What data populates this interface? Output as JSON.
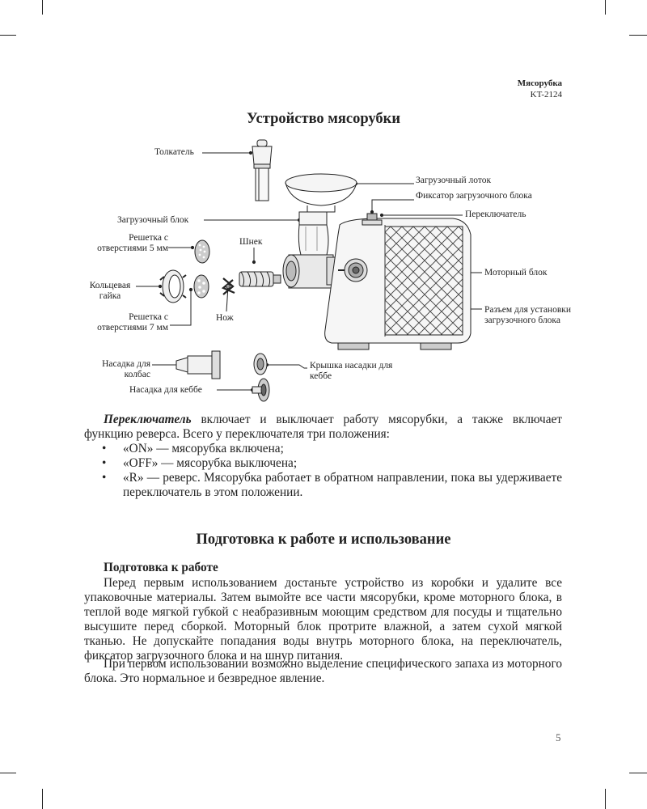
{
  "header": {
    "product": "Мясорубка",
    "model": "KT-2124"
  },
  "section1": {
    "title": "Устройство мясорубки",
    "labels": {
      "pusher": "Толкатель",
      "tray": "Загрузочный лоток",
      "lock": "Фиксатор загрузочного блока",
      "switch": "Переключатель",
      "feed_block": "Загрузочный блок",
      "grid5": "Решетка с отверстиями 5 мм",
      "auger": "Шнек",
      "ring_nut": "Кольцевая гайка",
      "motor": "Моторный блок",
      "socket": "Разъем для установки загрузочного блока",
      "grid7": "Решетка с отверстиями 7 мм",
      "knife": "Нож",
      "sausage": "Насадка для колбас",
      "kebbe_cap": "Крышка насадки для кеббе",
      "kebbe": "Насадка для кеббе"
    },
    "switch_para": {
      "term": "Переключатель",
      "text": " включает и выключает работу мясорубки, а также включает функцию реверса. Всего у переключателя три положения:"
    },
    "bullets": [
      "«ON» — мясорубка включена;",
      "«OFF» — мясорубка выключена;",
      "«R» — реверс. Мясорубка работает в обратном направлении, пока вы удерживаете переключатель в этом положении."
    ]
  },
  "section2": {
    "title": "Подготовка к работе и использование",
    "subtitle": "Подготовка к работе",
    "paragraphs": [
      "Перед первым использованием достаньте устройство из коробки и удалите все упаковочные материалы. Затем вымойте все части мясорубки, кроме моторного блока, в теплой воде мягкой губкой с неабразивным моющим средством для посуды и тщательно высушите перед сборкой. Моторный блок протрите влажной, а затем сухой мягкой тканью. Не допускайте попадания воды внутрь моторного блока, на переключатель, фиксатор загрузочного блока и на шнур питания.",
      "При первом использовании возможно выделение специфического запаха из моторного блока. Это нормальное и безвредное явление."
    ]
  },
  "page_number": "5"
}
